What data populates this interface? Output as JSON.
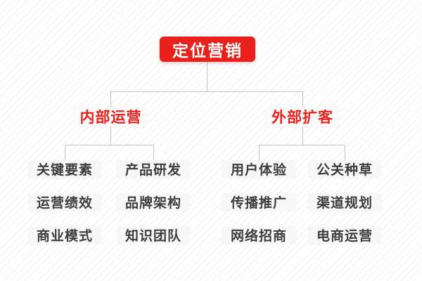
{
  "diagram": {
    "root": {
      "label": "定位营销"
    },
    "branches": [
      {
        "label": "内部运营",
        "children": [
          "关键要素",
          "产品研发",
          "运营绩效",
          "品牌架构",
          "商业模式",
          "知识团队"
        ]
      },
      {
        "label": "外部扩客",
        "children": [
          "用户体验",
          "公关种草",
          "传播推广",
          "渠道规划",
          "网络招商",
          "电商运营"
        ]
      }
    ],
    "colors": {
      "accent_red": "#e8211d",
      "node_background": "#f7f7f7",
      "connector_line": "#c4c4c4",
      "leaf_text": "#3d3d3d"
    }
  }
}
